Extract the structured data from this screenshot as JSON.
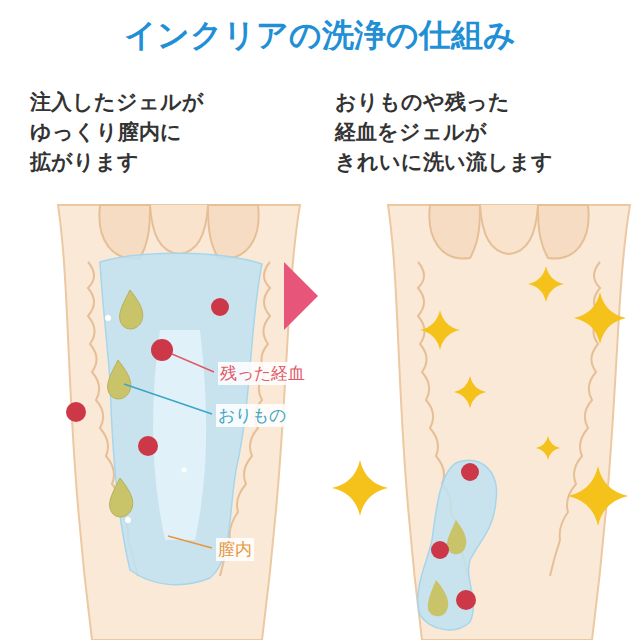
{
  "diagram": {
    "title": "インクリアの洗浄の仕組み",
    "labels": [
      "注入したジェルが ゆっくり膣内に 拡がります",
      "おりものや残った 経血をジェルが きれいに洗い流します",
      "残った経血",
      "おりもの",
      "膣内"
    ]
  }
}
